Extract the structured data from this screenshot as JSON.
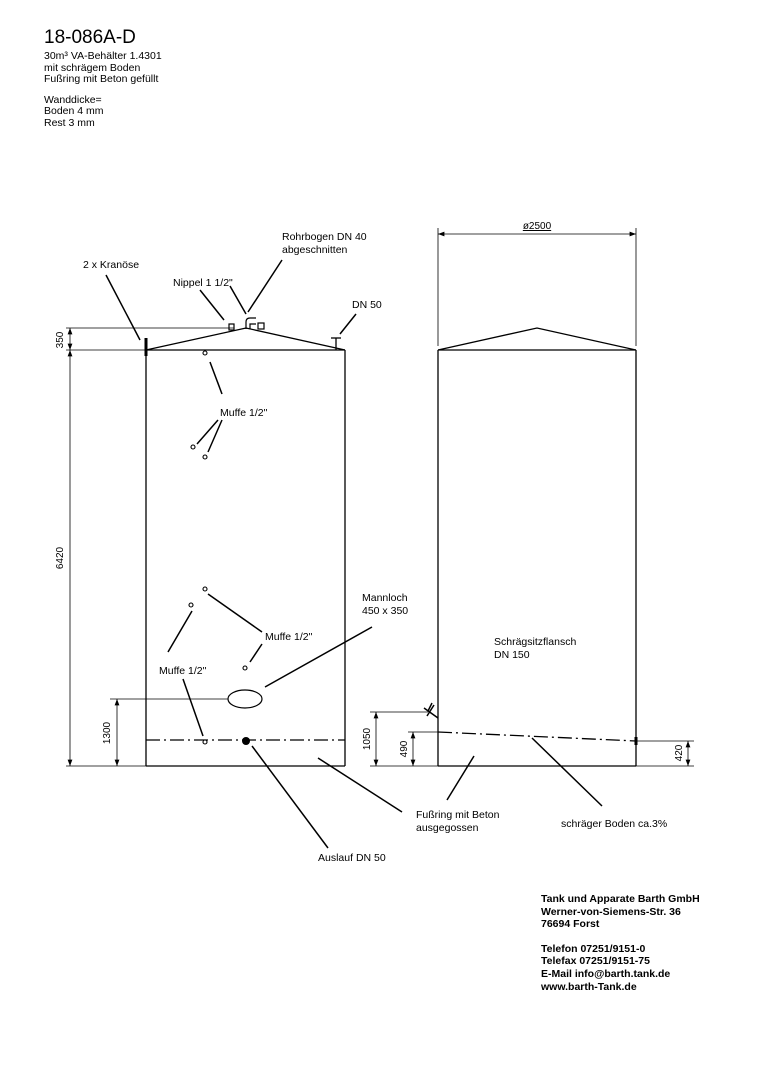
{
  "header": {
    "title": "18-086A-D",
    "lines": [
      "30m³ VA-Behälter 1.4301",
      "mit schrägem Boden",
      "Fußring mit Beton gefüllt"
    ],
    "wall_title": "Wanddicke=",
    "wall_lines": [
      "Boden 4 mm",
      "Rest 3 mm"
    ]
  },
  "labels": {
    "kranoese": "2 x Kranöse",
    "nippel": "Nippel 1 1/2\"",
    "rohrbogen_1": "Rohrbogen DN 40",
    "rohrbogen_2": "abgeschnitten",
    "dn50": "DN 50",
    "muffe_upper": "Muffe 1/2\"",
    "muffe_mid": "Muffe 1/2\"",
    "muffe_low": "Muffe 1/2\"",
    "mannloch_1": "Mannloch",
    "mannloch_2": "450 x 350",
    "schraeg_1": "Schrägsitzflansch",
    "schraeg_2": "DN 150",
    "fussring_1": "Fußring mit Beton",
    "fussring_2": "ausgegossen",
    "auslauf": "Auslauf DN 50",
    "schraeger_boden": "schräger Boden ca.3%"
  },
  "dimensions": {
    "cone_height": "350",
    "shell_height": "6420",
    "manhole_height": "1300",
    "diameter": "ø2500",
    "flange_height": "1050",
    "floor_low": "490",
    "floor_high": "420"
  },
  "company": {
    "name": "Tank und Apparate Barth GmbH",
    "street": "Werner-von-Siemens-Str. 36",
    "city": "76694 Forst",
    "phone": "Telefon 07251/9151-0",
    "fax": "Telefax 07251/9151-75",
    "email": "E-Mail info@barth.tank.de",
    "web": "www.barth-Tank.de"
  }
}
